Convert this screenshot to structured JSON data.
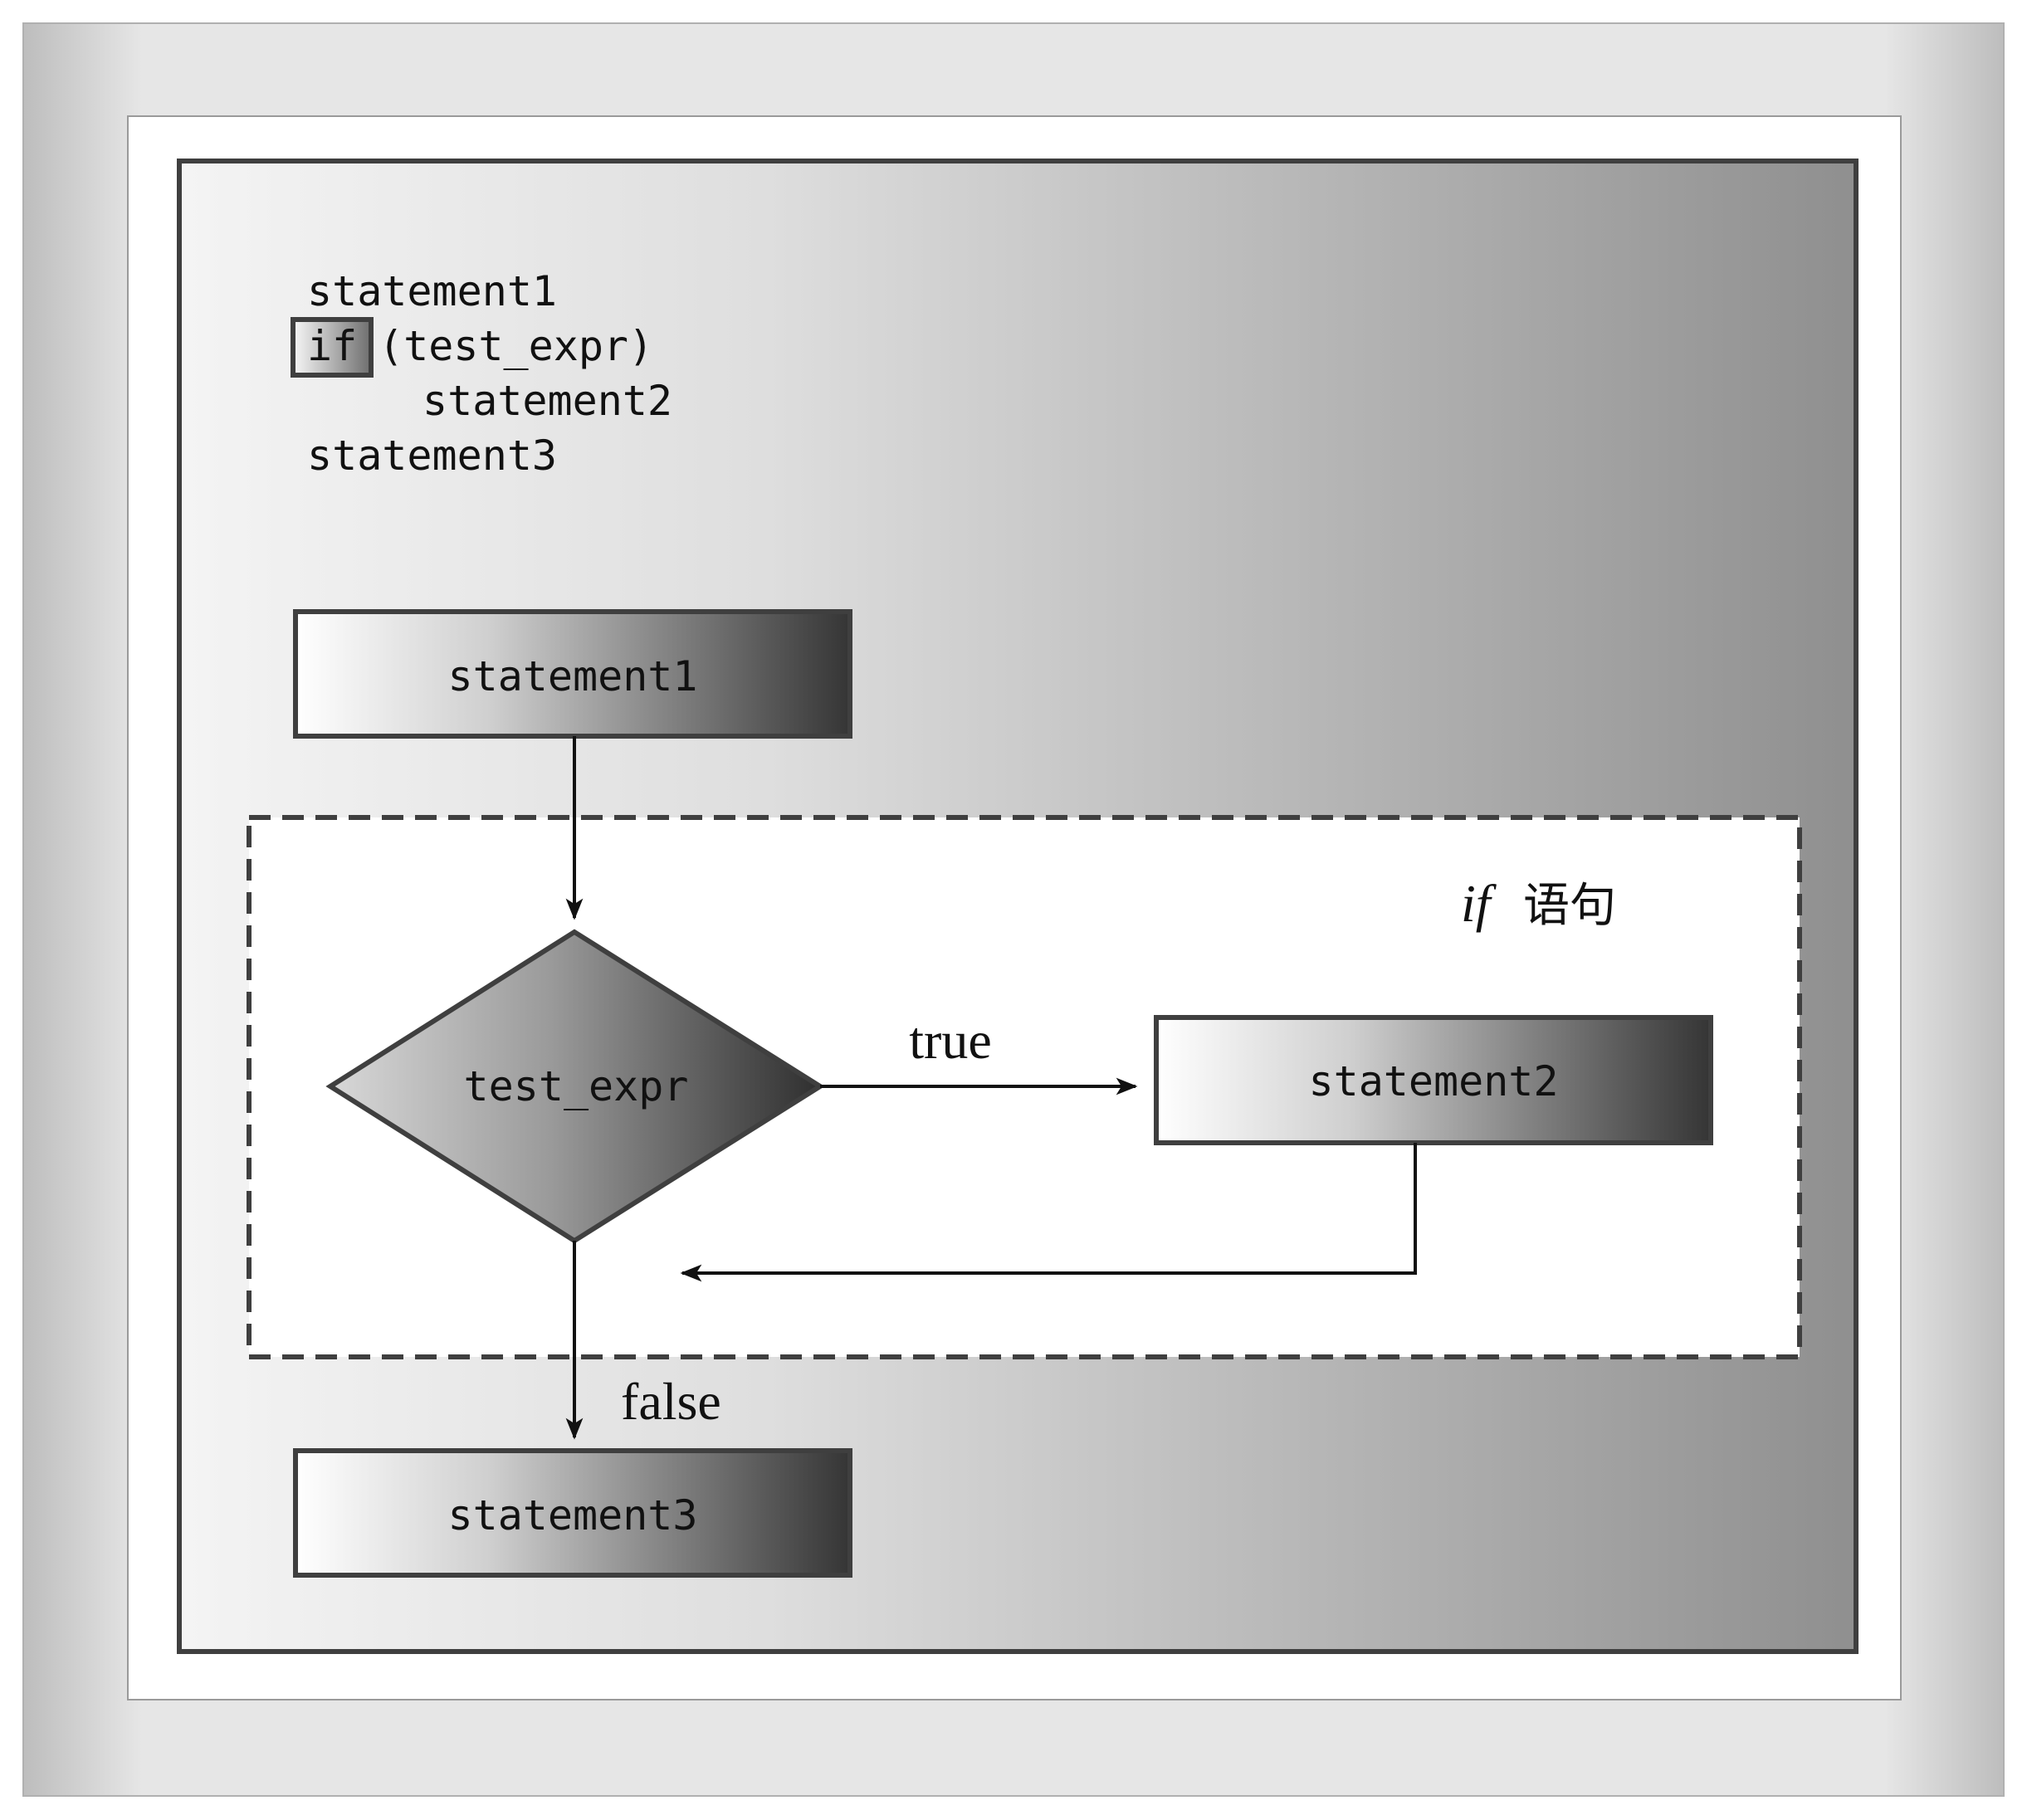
{
  "code": {
    "line1": "statement1",
    "line2_keyword": "if",
    "line2_rest": "(test_expr)",
    "line3": "statement2",
    "line4": "statement3"
  },
  "flowchart": {
    "node_statement1": "statement1",
    "node_decision": "test_expr",
    "node_statement2": "statement2",
    "node_statement3": "statement3",
    "edge_true": "true",
    "edge_false": "false",
    "region_label_if": "if",
    "region_label_text": "语句"
  },
  "colors": {
    "outer_frame": "#c8c8c8",
    "panel_light": "#f2f2f2",
    "panel_dark": "#8e8e8e",
    "box_light": "#ffffff",
    "box_dark": "#3a3a3a",
    "stroke": "#3f3f3f"
  }
}
